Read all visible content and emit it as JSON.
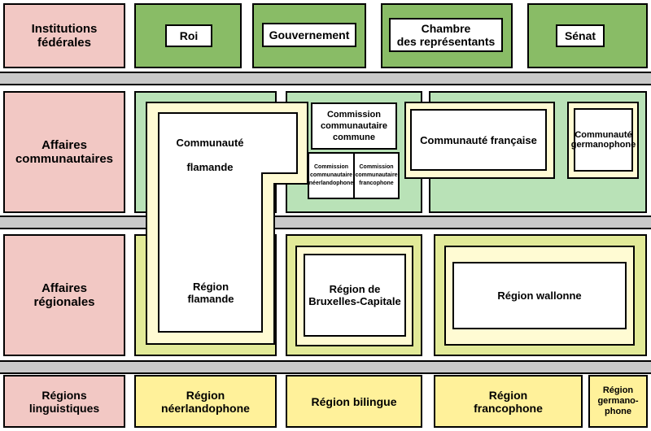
{
  "rows": {
    "federal": "Institutions\nfédérales",
    "community": "Affaires\ncommunautaires",
    "regional": "Affaires\nrégionales",
    "linguistic": "Régions\nlinguistiques"
  },
  "federal": {
    "king": "Roi",
    "government": "Gouvernement",
    "chamber": "Chambre\ndes représentants",
    "senate": "Sénat"
  },
  "communities": {
    "flemish": "Communauté\n\nflamande",
    "common_commission": "Commission\ncommunautaire\ncommune",
    "dutch_commission": "Commission\ncommunautaire\nnéerlandophone",
    "french_commission": "Commission\ncommunautaire\nfrancophone",
    "french": "Communauté française",
    "german": "Communauté\ngermanophone"
  },
  "regions": {
    "flemish": "Région\nflamande",
    "brussels": "Région de\nBruxelles-Capitale",
    "walloon": "Région wallonne"
  },
  "linguistic": {
    "dutch": "Région\nnéerlandophone",
    "bilingual": "Région bilingue",
    "french": "Région\nfrancophone",
    "german": "Région\ngermano-\nphone"
  }
}
